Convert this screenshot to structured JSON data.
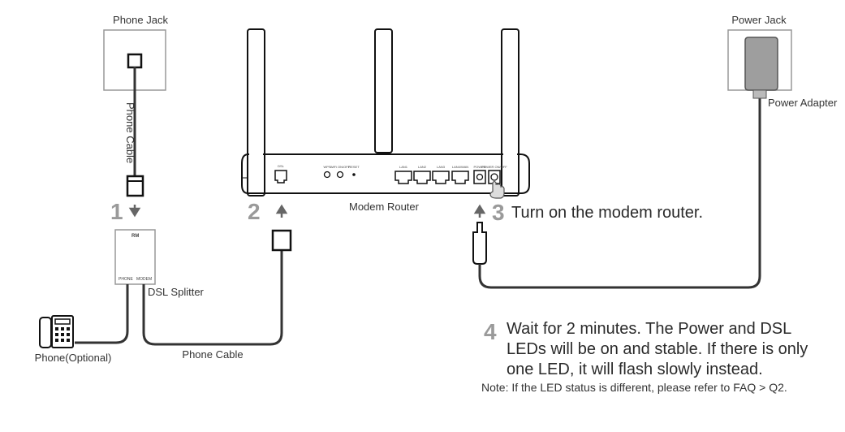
{
  "labels": {
    "phone_jack": "Phone Jack",
    "power_jack": "Power Jack",
    "power_adapter": "Power Adapter",
    "phone_cable_vertical": "Phone Cable",
    "phone_cable_bottom": "Phone Cable",
    "dsl_splitter": "DSL Splitter",
    "phone_optional": "Phone(Optional)",
    "modem_router": "Modem Router",
    "splitter_brand": "RM",
    "splitter_phone": "PHONE",
    "splitter_modem": "MODEM"
  },
  "ports": {
    "dsl": "DSL",
    "wps": "WPS",
    "wifi": "WiFi ON/OFF",
    "reset": "RESET",
    "lan1": "LAN1",
    "lan2": "LAN2",
    "lan3": "LAN3",
    "lan4wan": "LAN4/WAN",
    "power": "POWER",
    "power_switch": "POWER ON/OFF"
  },
  "steps": {
    "s1": "1",
    "s2": "2",
    "s3": "3",
    "s3_text": "Turn on the modem router.",
    "s4": "4",
    "s4_line1": "Wait for 2 minutes. The Power and DSL",
    "s4_line2": "LEDs will be on and stable. If there is only",
    "s4_line3": "one LED, it will flash slowly instead."
  },
  "note": "Note: If the LED status is different, please refer to FAQ > Q2."
}
